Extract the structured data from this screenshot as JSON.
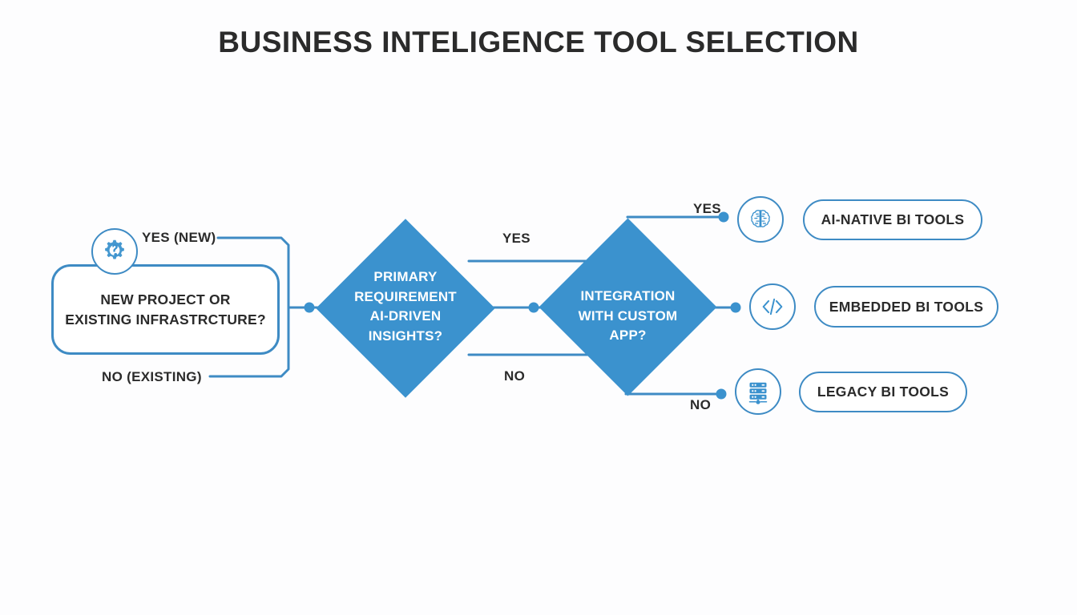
{
  "page": {
    "title": "BUSINESS INTELIGENCE TOOL SELECTION",
    "background_color": "#fdfdfe",
    "accent_color": "#3b92ce",
    "stroke_color": "#3e8bc4",
    "text_color": "#2b2b2b"
  },
  "chart_data": {
    "type": "diagram",
    "diagram_type": "flowchart",
    "title": "BUSINESS INTELIGENCE TOOL SELECTION",
    "orientation": "left-to-right",
    "nodes": [
      {
        "id": "start",
        "shape": "rounded-rectangle",
        "label": "NEW PROJECT OR EXISTING INFRASTRCTURE?",
        "icon": "gear-question-icon",
        "fill": "#ffffff",
        "stroke": "#3e8bc4"
      },
      {
        "id": "decision1",
        "shape": "diamond",
        "label": "PRIMARY REQUIREMENT AI-DRIVEN INSIGHTS?",
        "fill": "#3b92ce",
        "text_color": "#ffffff"
      },
      {
        "id": "decision2",
        "shape": "diamond",
        "label": "INTEGRATION WITH CUSTOM APP?",
        "fill": "#3b92ce",
        "text_color": "#ffffff"
      },
      {
        "id": "result-ai",
        "shape": "pill",
        "label": "AI-NATIVE BI TOOLS",
        "icon": "brain-icon",
        "fill": "#ffffff",
        "stroke": "#3e8bc4"
      },
      {
        "id": "result-embedded",
        "shape": "pill",
        "label": "EMBEDDED BI TOOLS",
        "icon": "code-brackets-icon",
        "fill": "#ffffff",
        "stroke": "#3e8bc4"
      },
      {
        "id": "result-legacy",
        "shape": "pill",
        "label": "LEGACY BI TOOLS",
        "icon": "server-rack-icon",
        "fill": "#ffffff",
        "stroke": "#3e8bc4"
      }
    ],
    "edges": [
      {
        "from": "start",
        "to": "decision1",
        "label": "YES (NEW)"
      },
      {
        "from": "start",
        "to": "decision1",
        "label": "NO (EXISTING)"
      },
      {
        "from": "decision1",
        "to": "decision2",
        "label": "YES"
      },
      {
        "from": "decision1",
        "to": "decision2",
        "label": "NO"
      },
      {
        "from": "decision2",
        "to": "result-ai",
        "label": "YES"
      },
      {
        "from": "decision2",
        "to": "result-embedded",
        "label": ""
      },
      {
        "from": "decision2",
        "to": "result-legacy",
        "label": "NO"
      }
    ]
  },
  "start_node": {
    "line1": "NEW PROJECT OR",
    "line2": "EXISTING INFRASTRCTURE?",
    "icon": "gear-question-icon"
  },
  "decision1": {
    "line1": "PRIMARY",
    "line2": "REQUIREMENT",
    "line3": "AI-DRIVEN",
    "line4": "INSIGHTS?"
  },
  "decision2": {
    "line1": "INTEGRATION",
    "line2": "WITH CUSTOM",
    "line3": "APP?"
  },
  "results": {
    "ai_native": {
      "label": "AI-NATIVE BI TOOLS",
      "icon": "brain-icon"
    },
    "embedded": {
      "label": "EMBEDDED BI TOOLS",
      "icon": "code-brackets-icon"
    },
    "legacy": {
      "label": "LEGACY BI TOOLS",
      "icon": "server-rack-icon"
    }
  },
  "labels": {
    "yes_new": "YES (NEW)",
    "no_existing": "NO (EXISTING)",
    "yes_1": "YES",
    "no_1": "NO",
    "yes_2": "YES",
    "no_2": "NO"
  }
}
